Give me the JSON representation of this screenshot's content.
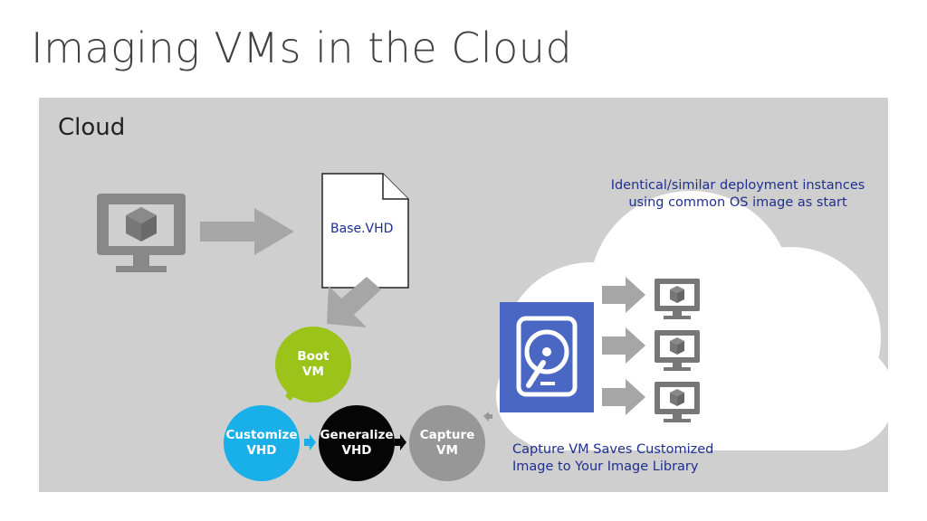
{
  "title": "Imaging VMs in the Cloud",
  "panel": {
    "label": "Cloud"
  },
  "file": {
    "label": "Base.VHD"
  },
  "steps": {
    "boot": {
      "line1": "Boot",
      "line2": "VM"
    },
    "customize": {
      "line1": "Customize",
      "line2": "VHD"
    },
    "generalize": {
      "line1": "Generalize",
      "line2": "VHD"
    },
    "capture": {
      "line1": "Capture",
      "line2": "VM"
    }
  },
  "captions": {
    "top_line1": "Identical/similar deployment instances",
    "top_line2": "using common OS image as start",
    "bottom_line1": "Capture VM Saves Customized",
    "bottom_line2": "Image to Your Image Library"
  },
  "colors": {
    "boot": "#9cc31a",
    "customize": "#19b0ea",
    "generalize": "#050505",
    "capture": "#979797",
    "image_library": "#4a67c4",
    "caption_text": "#1f2f8f"
  },
  "icons": [
    "vm-monitor-icon",
    "vhd-file-icon",
    "hard-disk-icon",
    "cloud-icon",
    "arrow-icon"
  ]
}
